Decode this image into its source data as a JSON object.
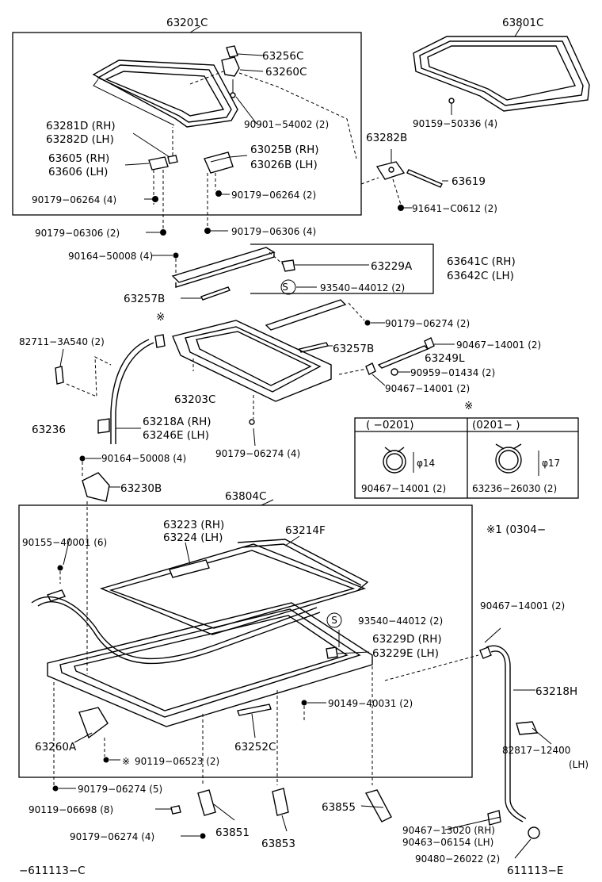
{
  "labels": {
    "p63201C": "63201C",
    "p63801C": "63801C",
    "p63256C": "63256C",
    "p63260C": "63260C",
    "p90901": "90901−54002 (2)",
    "p90159": "90159−50336 (4)",
    "p63281D": "63281D (RH)",
    "p63282D": "63282D (LH)",
    "p63282B": "63282B",
    "p63025B": "63025B (RH)",
    "p63026B": "63026B (LH)",
    "p63605": "63605 (RH)",
    "p63606": "63606 (LH)",
    "p63619": "63619",
    "p90179a": "90179−06264 (4)",
    "p90179b": "90179−06264 (2)",
    "p91641": "91641−C0612 (2)",
    "p90179c": "90179−06306 (2)",
    "p90179d": "90179−06306 (4)",
    "p90164a": "90164−50008 (4)",
    "p63229A": "63229A",
    "p63641C": "63641C (RH)",
    "p63642C": "63642C (LH)",
    "p93540a": "93540−44012 (2)",
    "p63257Ba": "63257B",
    "p90179e": "90179−06274 (2)",
    "p82711": "82711−3A540 (2)",
    "p63257Bb": "63257B",
    "p90467a": "90467−14001 (2)",
    "p63249L": "63249L",
    "p90959": "90959−01434 (2)",
    "p63203C": "63203C",
    "p90467b": "90467−14001 (2)",
    "p63236": "63236",
    "p63218A": "63218A (RH)",
    "p63246E": "63246E (LH)",
    "p90179f": "90179−06274 (4)",
    "p90164b": "90164−50008 (4)",
    "p63230B": "63230B",
    "p63804C": "63804C",
    "p63223": "63223 (RH)",
    "p63224": "63224 (LH)",
    "p63214F": "63214F",
    "p90155": "90155−40001 (6)",
    "p93540b": "93540−44012 (2)",
    "p63229D": "63229D (RH)",
    "p63229E": "63229E (LH)",
    "p90467c": "90467−14001 (2)",
    "p63218H": "63218H",
    "p90149": "90149−40031 (2)",
    "p63260A": "63260A",
    "p63252C": "63252C",
    "p90119a": "90119−06523 (2)",
    "p82817": "82817−12400",
    "p82817lh": "(LH)",
    "p90179g": "90179−06274 (5)",
    "p90119b": "90119−06698 (8)",
    "p63855": "63855",
    "p90179h": "90179−06274 (4)",
    "p63851": "63851",
    "p63853": "63853",
    "p90467d": "90467−13020 (RH)",
    "p90463": "90463−06154 (LH)",
    "p90480": "90480−26022 (2)",
    "p611113c": "−611113−C",
    "p611113e": "611113−E",
    "note1": "※1 (0304−",
    "s_mark": "S"
  },
  "star": "※",
  "clip_table": {
    "col1_header": "(        −0201)",
    "col2_header": "(0201−        )",
    "col1_size": "φ14",
    "col2_size": "φ17",
    "col1_part": "90467−14001 (2)",
    "col2_part": "63236−26030 (2)"
  }
}
